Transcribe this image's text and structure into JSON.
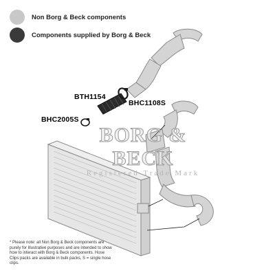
{
  "legend": {
    "items": [
      {
        "label": "Non Borg & Beck components",
        "color": "#c8c8c8"
      },
      {
        "label": "Components supplied by Borg & Beck",
        "color": "#3a3a3a"
      }
    ]
  },
  "parts": {
    "hose": "BTH1154",
    "clip_upper": "BHC1108S",
    "clip_lower": "BHC2005S"
  },
  "watermark": {
    "brand": "BORG & BECK",
    "tagline": "Registered Trade Mark"
  },
  "note": "* Please note: all Non Borg & Beck components are purely for illustrative purposes and are intended to show how to interact with Borg & Beck components. Hose Clips packs are available in bulk packs, S = single hose clips.",
  "colors": {
    "non_bb_part": "#d4d4d4",
    "non_bb_outline": "#8a8a8a",
    "bb_part": "#2b2b2b"
  }
}
